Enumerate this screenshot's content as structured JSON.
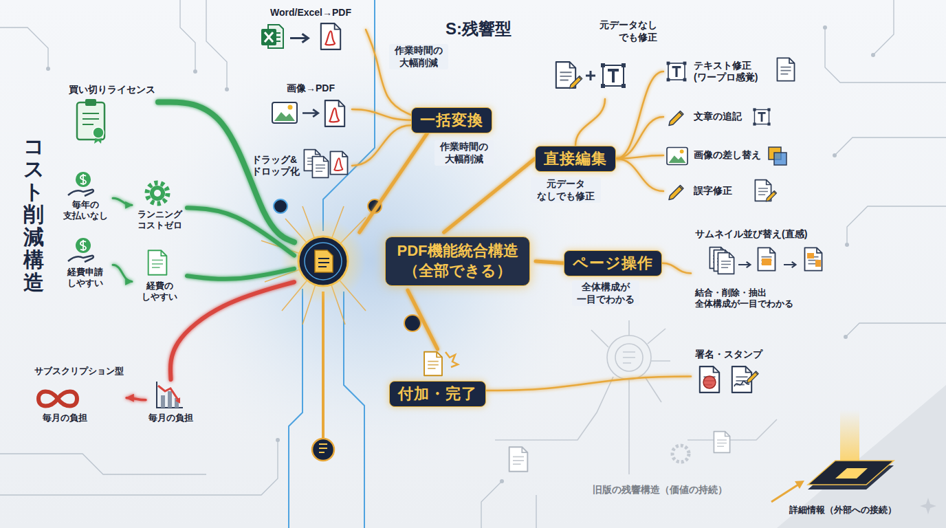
{
  "diagram": {
    "title": "S:残響型",
    "nodes": [
      {
        "text": [
          "買い切りライセンス"
        ]
      },
      {
        "text": [
          "毎年の 支払いなし"
        ]
      },
      {
        "text": [
          "ランニング コストゼロ"
        ]
      },
      {
        "text": [
          "経費申請 しやすい"
        ]
      },
      {
        "text": [
          "経費の しやすい"
        ]
      },
      {
        "text": [
          "サブスクリプション型",
          "毎月の負担"
        ]
      },
      {
        "text": [
          "毎月の負担"
        ]
      },
      {
        "text": [
          "Word/Excel→PDF"
        ]
      },
      {
        "text": [
          "画像→PDF"
        ]
      },
      {
        "text": [
          "ドラッグ& ドロップ化"
        ]
      },
      {
        "text": [
          "一括変換"
        ]
      },
      {
        "text": [
          "PDF機能統合構造 （全部できる）"
        ]
      },
      {
        "text": [
          "元データなし でも修正"
        ]
      },
      {
        "text": [
          "直接編集"
        ]
      },
      {
        "text": [
          "テキスト修正 (ワープロ感覚)"
        ]
      },
      {
        "text": [
          "文章の追記"
        ]
      },
      {
        "text": [
          "画像の差し替え"
        ]
      },
      {
        "text": [
          "誤字修正"
        ]
      },
      {
        "text": [
          "ページ操作"
        ]
      },
      {
        "text": [
          "サムネイル並び替え(直感)",
          "結合・削除・抽出 全体構成が一目でわかる"
        ]
      },
      {
        "text": [
          "付加・完了"
        ]
      },
      {
        "text": [
          "署名・スタンプ"
        ]
      }
    ],
    "edges": [
      {
        "from": 11,
        "to": 10,
        "arrow": "none"
      },
      {
        "from": 11,
        "to": 13,
        "arrow": "none"
      },
      {
        "from": 11,
        "to": 18,
        "arrow": "none"
      },
      {
        "from": 11,
        "to": 20,
        "arrow": "none"
      },
      {
        "from": 10,
        "to": 7,
        "arrow": "none"
      },
      {
        "from": 10,
        "to": 8,
        "arrow": "none"
      },
      {
        "from": 10,
        "to": 9,
        "arrow": "none"
      },
      {
        "from": 13,
        "to": 12,
        "arrow": "none"
      },
      {
        "from": 13,
        "to": 14,
        "arrow": "none"
      },
      {
        "from": 13,
        "to": 15,
        "arrow": "none"
      },
      {
        "from": 13,
        "to": 16,
        "arrow": "none"
      },
      {
        "from": 13,
        "to": 17,
        "arrow": "none"
      },
      {
        "from": 18,
        "to": 19,
        "arrow": "none"
      },
      {
        "from": 20,
        "to": 21,
        "arrow": "none"
      },
      {
        "from": 0,
        "to": 11,
        "arrow": "none"
      },
      {
        "from": 1,
        "to": 2,
        "arrow": "to"
      },
      {
        "from": 2,
        "to": 11,
        "arrow": "none"
      },
      {
        "from": 3,
        "to": 4,
        "arrow": "to"
      },
      {
        "from": 4,
        "to": 11,
        "arrow": "none"
      },
      {
        "from": 6,
        "to": 11,
        "arrow": "none"
      },
      {
        "from": 6,
        "to": 5,
        "arrow": "to"
      }
    ],
    "labels": [
      "コスト削減構造",
      "作業時間の 大幅削減",
      "作業時間の 大幅削減",
      "元データ なしでも修正",
      "全体構成が 一目でわかる",
      "旧版の残響構造（価値の持続）",
      "詳細情報（外部への接続）"
    ]
  }
}
